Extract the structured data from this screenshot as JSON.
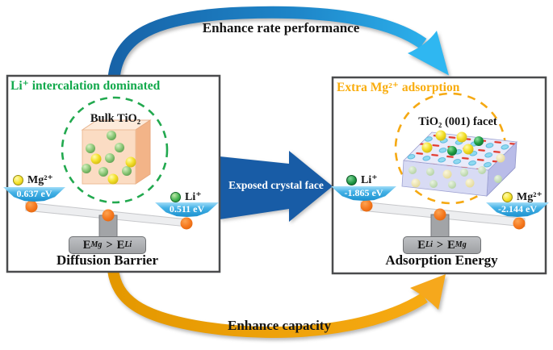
{
  "arrows": {
    "top_label": "Enhance rate performance",
    "middle_label": "Exposed crystal face",
    "bottom_label": "Enhance capacity"
  },
  "left_panel": {
    "title": "Li⁺ intercalation dominated",
    "circle_label": "Bulk TiO₂",
    "left_ion": {
      "name": "Mg²⁺",
      "value": "0.637 eV"
    },
    "right_ion": {
      "name": "Li⁺",
      "value": "0.511 eV"
    },
    "relation": {
      "lhs": "E",
      "lhs_sub": "Mg",
      "op": ">",
      "rhs": "E",
      "rhs_sub": "Li"
    },
    "caption": "Diffusion Barrier"
  },
  "right_panel": {
    "title": "Extra Mg²⁺ adsorption",
    "circle_label": "TiO₂ (001) facet",
    "left_ion": {
      "name": "Li⁺",
      "value": "-1.865 eV"
    },
    "right_ion": {
      "name": "Mg²⁺",
      "value": "-2.144 eV"
    },
    "relation": {
      "lhs": "E",
      "lhs_sub": "Li",
      "op": ">",
      "rhs": "E",
      "rhs_sub": "Mg"
    },
    "caption": "Adsorption Energy"
  },
  "colors": {
    "title_green": "#12A94C",
    "title_orange": "#F9AC0C",
    "arrow_blue_dark": "#1763A8",
    "arrow_blue_light": "#2FB7F1",
    "arrow_middle_blue": "#185CA6",
    "arrow_gold": "#EFA008",
    "pan_blue": "#219FD9",
    "pivot_orange": "#F5771D",
    "mg_yellow": "#F2DE1C",
    "li_green": "#2EA043"
  }
}
